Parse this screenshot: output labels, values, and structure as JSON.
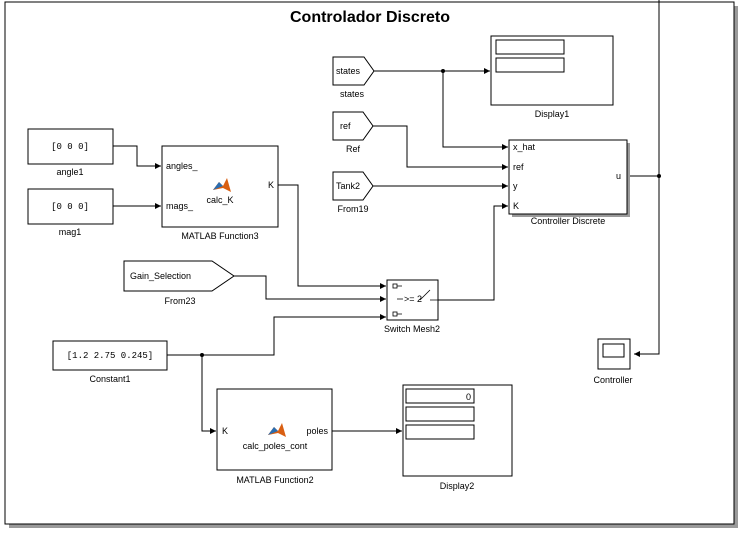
{
  "title": "Controlador Discreto",
  "blocks": {
    "angle1": {
      "value": "[0   0   0]",
      "label": "angle1"
    },
    "mag1": {
      "value": "[0   0   0]",
      "label": "mag1"
    },
    "matlab_fn3": {
      "label": "MATLAB Function3",
      "fn": "calc_K",
      "in1": "angles_",
      "in2": "mags_",
      "out": "K"
    },
    "gain_sel": {
      "tag": "Gain_Selection",
      "label": "From23"
    },
    "constant1": {
      "value": "[1.2   2.75  0.245]",
      "label": "Constant1"
    },
    "matlab_fn2": {
      "label": "MATLAB Function2",
      "fn": "calc_poles_cont",
      "in1": "K",
      "out": "poles"
    },
    "switch": {
      "label": "Switch Mesh2",
      "cond": ">= 2"
    },
    "states": {
      "tag": "states",
      "label": "states"
    },
    "ref": {
      "tag": "ref",
      "label": "Ref"
    },
    "tank2": {
      "tag": "Tank2",
      "label": "From19"
    },
    "display1": {
      "label": "Display1"
    },
    "controller_discrete": {
      "label": "Controller Discrete",
      "in1": "x_hat",
      "in2": "ref",
      "in3": "y",
      "in4": "K",
      "out": "u"
    },
    "display2": {
      "label": "Display2",
      "value1": "0"
    },
    "scope": {
      "label": "Controller"
    }
  }
}
